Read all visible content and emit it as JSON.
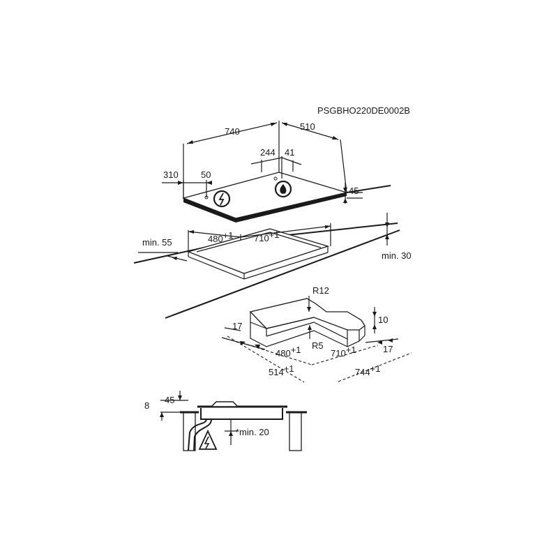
{
  "doc_code": "PSGBHO220DE0002B",
  "hob": {
    "width": "740",
    "depth": "510",
    "gas_offset": "244",
    "gas_offset2": "41",
    "elec_offset": "310",
    "elec_offset2": "50",
    "height": "45"
  },
  "cutout": {
    "depth": "480",
    "depth_tol": "+1",
    "width": "710",
    "width_tol": "+1",
    "front_min": "min. 55",
    "wall_min": "min. 30"
  },
  "corner": {
    "r_outer": "R12",
    "r_inner": "R5",
    "edge_left": "17",
    "edge_right": "17",
    "depth_10": "10",
    "inner_depth": "480",
    "inner_depth_tol": "+1",
    "inner_width": "710",
    "inner_width_tol": "+1",
    "outer_depth": "514",
    "outer_depth_tol": "+1",
    "outer_width": "744",
    "outer_width_tol": "+1"
  },
  "section": {
    "val_8": "8",
    "val_45": "45",
    "min_20": "*min. 20"
  },
  "icons": [
    "electric-symbol-icon",
    "gas-flame-icon",
    "electric-warning-icon"
  ]
}
